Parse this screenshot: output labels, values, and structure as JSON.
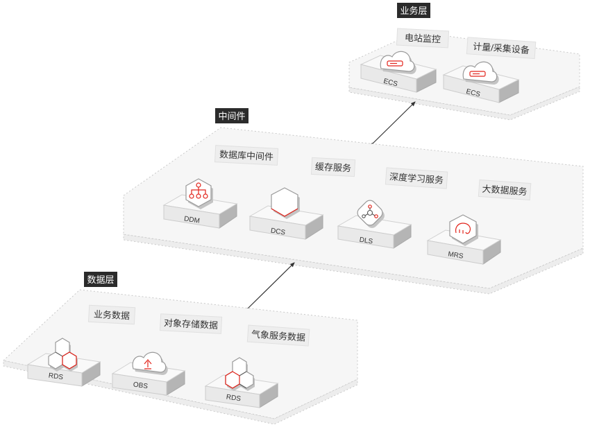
{
  "layers": {
    "business": {
      "tag": "业务层",
      "categories": [
        "电站监控",
        "计量/采集设备"
      ],
      "services": [
        "ECS",
        "ECS"
      ]
    },
    "middleware": {
      "tag": "中间件",
      "categories": [
        "数据库中间件",
        "缓存服务",
        "深度学习服务",
        "大数据服务"
      ],
      "services": [
        "DDM",
        "DCS",
        "DLS",
        "MRS"
      ]
    },
    "data": {
      "tag": "数据层",
      "categories": [
        "业务数据",
        "对象存储数据",
        "气象服务数据"
      ],
      "services": [
        "RDS",
        "OBS",
        "RDS"
      ]
    }
  },
  "colors": {
    "accent": "#e2231a",
    "tag_bg": "#2b2b2b",
    "platform": "#f6f6f6"
  },
  "icons": {
    "business": [
      "cloud-server-icon",
      "cloud-server-icon"
    ],
    "middleware": [
      "distributed-database-icon",
      "cache-icon",
      "deep-learning-icon",
      "big-data-icon"
    ],
    "data": [
      "relational-database-icon",
      "object-storage-icon",
      "relational-database-icon"
    ]
  }
}
